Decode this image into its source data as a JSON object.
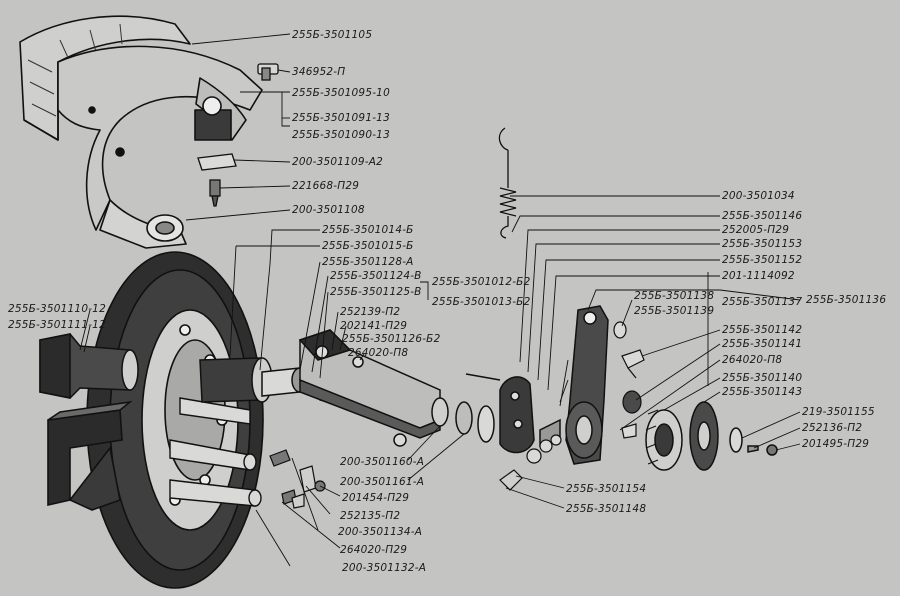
{
  "labels": [
    {
      "id": "l01",
      "text": "255Б-3501105"
    },
    {
      "id": "l02",
      "text": "346952-П"
    },
    {
      "id": "l03",
      "text": "255Б-3501095-10"
    },
    {
      "id": "l04",
      "text": "255Б-3501091-13"
    },
    {
      "id": "l05",
      "text": "255Б-3501090-13"
    },
    {
      "id": "l06",
      "text": "200-3501109-А2"
    },
    {
      "id": "l07",
      "text": "221668-П29"
    },
    {
      "id": "l08",
      "text": "200-3501108"
    },
    {
      "id": "l09",
      "text": "200-3501034"
    },
    {
      "id": "l10",
      "text": "255Б-3501146"
    },
    {
      "id": "l11",
      "text": "252005-П29"
    },
    {
      "id": "l12",
      "text": "255Б-3501153"
    },
    {
      "id": "l13",
      "text": "255Б-3501152"
    },
    {
      "id": "l14",
      "text": "201-1114092"
    },
    {
      "id": "l15",
      "text": "255Б-3501136"
    },
    {
      "id": "l16",
      "text": "255Б-3501138"
    },
    {
      "id": "l17",
      "text": "255Б-3501137"
    },
    {
      "id": "l18",
      "text": "255Б-3501139"
    },
    {
      "id": "l19",
      "text": "255Б-3501142"
    },
    {
      "id": "l20",
      "text": "255Б-3501141"
    },
    {
      "id": "l21",
      "text": "264020-П8"
    },
    {
      "id": "l22",
      "text": "255Б-3501140"
    },
    {
      "id": "l23",
      "text": "255Б-3501143"
    },
    {
      "id": "l24",
      "text": "219-3501155"
    },
    {
      "id": "l25",
      "text": "252136-П2"
    },
    {
      "id": "l26",
      "text": "201495-П29"
    },
    {
      "id": "l27",
      "text": "255Б-3501014-Б"
    },
    {
      "id": "l28",
      "text": "255Б-3501015-Б"
    },
    {
      "id": "l29",
      "text": "255Б-3501128-А"
    },
    {
      "id": "l30",
      "text": "255Б-3501124-В"
    },
    {
      "id": "l31",
      "text": "255Б-3501125-В"
    },
    {
      "id": "l32",
      "text": "255Б-3501012-Б2"
    },
    {
      "id": "l33",
      "text": "255Б-3501013-Б2"
    },
    {
      "id": "l34",
      "text": "252139-П2"
    },
    {
      "id": "l35",
      "text": "202141-П29"
    },
    {
      "id": "l36",
      "text": "255Б-3501126-Б2"
    },
    {
      "id": "l37",
      "text": "264020-П8"
    },
    {
      "id": "l38",
      "text": "255Б-3501110-12"
    },
    {
      "id": "l39",
      "text": "255Б-3501111-12"
    },
    {
      "id": "l40",
      "text": "200-3501160-А"
    },
    {
      "id": "l41",
      "text": "200-3501161-А"
    },
    {
      "id": "l42",
      "text": "201454-П29"
    },
    {
      "id": "l43",
      "text": "252135-П2"
    },
    {
      "id": "l44",
      "text": "200-3501134-А"
    },
    {
      "id": "l45",
      "text": "264020-П29"
    },
    {
      "id": "l46",
      "text": "200-3501132-А"
    },
    {
      "id": "l47",
      "text": "255Б-3501154"
    },
    {
      "id": "l48",
      "text": "255Б-3501148"
    }
  ]
}
